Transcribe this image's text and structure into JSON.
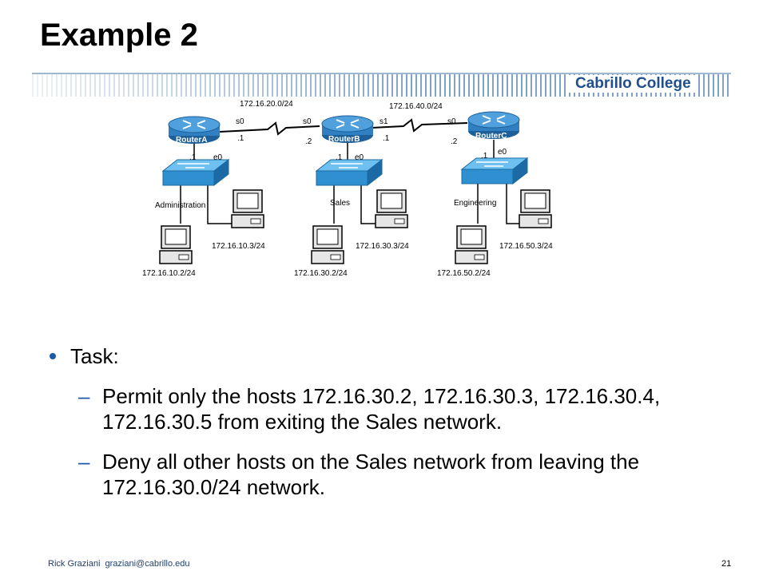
{
  "slide": {
    "title": "Example 2",
    "brand": "Cabrillo College",
    "page_number": "21",
    "footer": {
      "author": "Rick Graziani",
      "email": "graziani@cabrillo.edu"
    }
  },
  "diagram": {
    "routers": [
      {
        "name": "RouterA",
        "s0": "s0",
        "s0_addr": ".1",
        "e0": "e0",
        "e0_addr": ".1"
      },
      {
        "name": "RouterB",
        "s0": "s0",
        "s0_addr": ".2",
        "s1": "s1",
        "s1_addr": ".1",
        "e0": "e0",
        "e0_addr": ".1"
      },
      {
        "name": "RouterC",
        "s0": "s0",
        "s0_addr": ".2",
        "e0": "e0",
        "e0_addr": ".1"
      }
    ],
    "serial_networks": [
      "172.16.20.0/24",
      "172.16.40.0/24"
    ],
    "lans": [
      {
        "name": "Administration",
        "hosts": [
          "172.16.10.2/24",
          "172.16.10.3/24"
        ]
      },
      {
        "name": "Sales",
        "hosts": [
          "172.16.30.2/24",
          "172.16.30.3/24"
        ]
      },
      {
        "name": "Engineering",
        "hosts": [
          "172.16.50.2/24",
          "172.16.50.3/24"
        ]
      }
    ]
  },
  "content": {
    "bullet": "Task:",
    "items": [
      "Permit only the hosts 172.16.30.2, 172.16.30.3, 172.16.30.4, 172.16.30.5 from exiting the Sales network.",
      "Deny all other hosts on the Sales network from leaving the 172.16.30.0/24 network."
    ]
  },
  "colors": {
    "accent": "#1a5aa8",
    "router": "#2f7fc1",
    "switch": "#3a9ad9",
    "brand": "#1f4f8f"
  }
}
